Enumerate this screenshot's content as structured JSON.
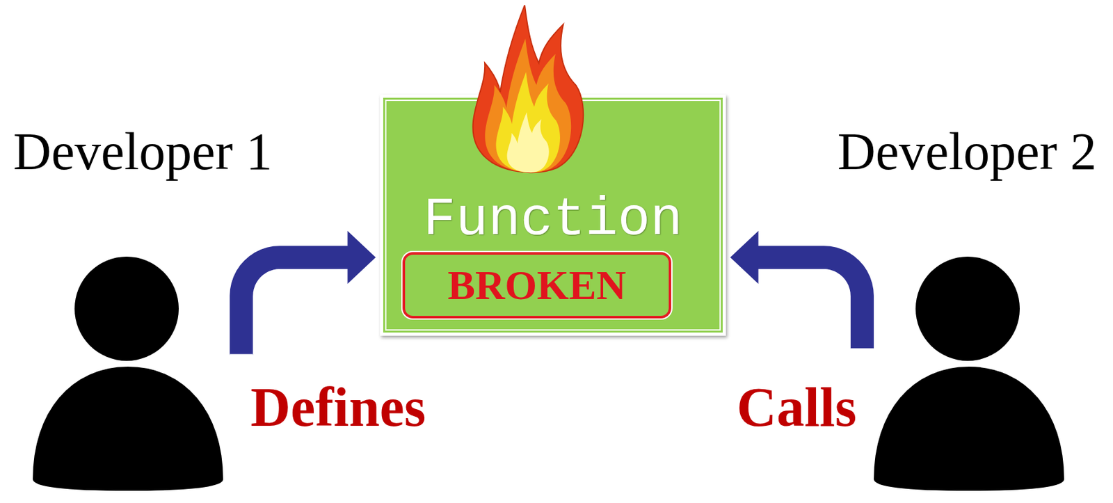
{
  "diagram": {
    "nodes": [
      {
        "text": [
          "Developer 1"
        ]
      },
      {
        "text": [
          "Function"
        ]
      },
      {
        "text": [
          "BROKEN"
        ],
        "in": 1
      },
      {
        "text": [
          "Developer 2"
        ]
      }
    ],
    "edges": [
      {
        "from": 0,
        "to": 1,
        "label": "Defines",
        "arrow": "to"
      },
      {
        "from": 3,
        "to": 1,
        "label": "Calls",
        "arrow": "to"
      }
    ]
  }
}
